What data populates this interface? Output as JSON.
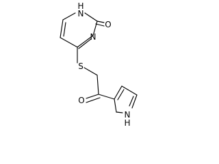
{
  "molecule": {
    "atoms": {
      "nh_pyrimidinone": "H",
      "n_pyrimidinone_h": "N",
      "o_carbonyl_ring": "O",
      "n_pyrimidine": "N",
      "s_thioether": "S",
      "o_ketone": "O",
      "n_pyrrole": "N",
      "nh_pyrrole": "H"
    }
  }
}
